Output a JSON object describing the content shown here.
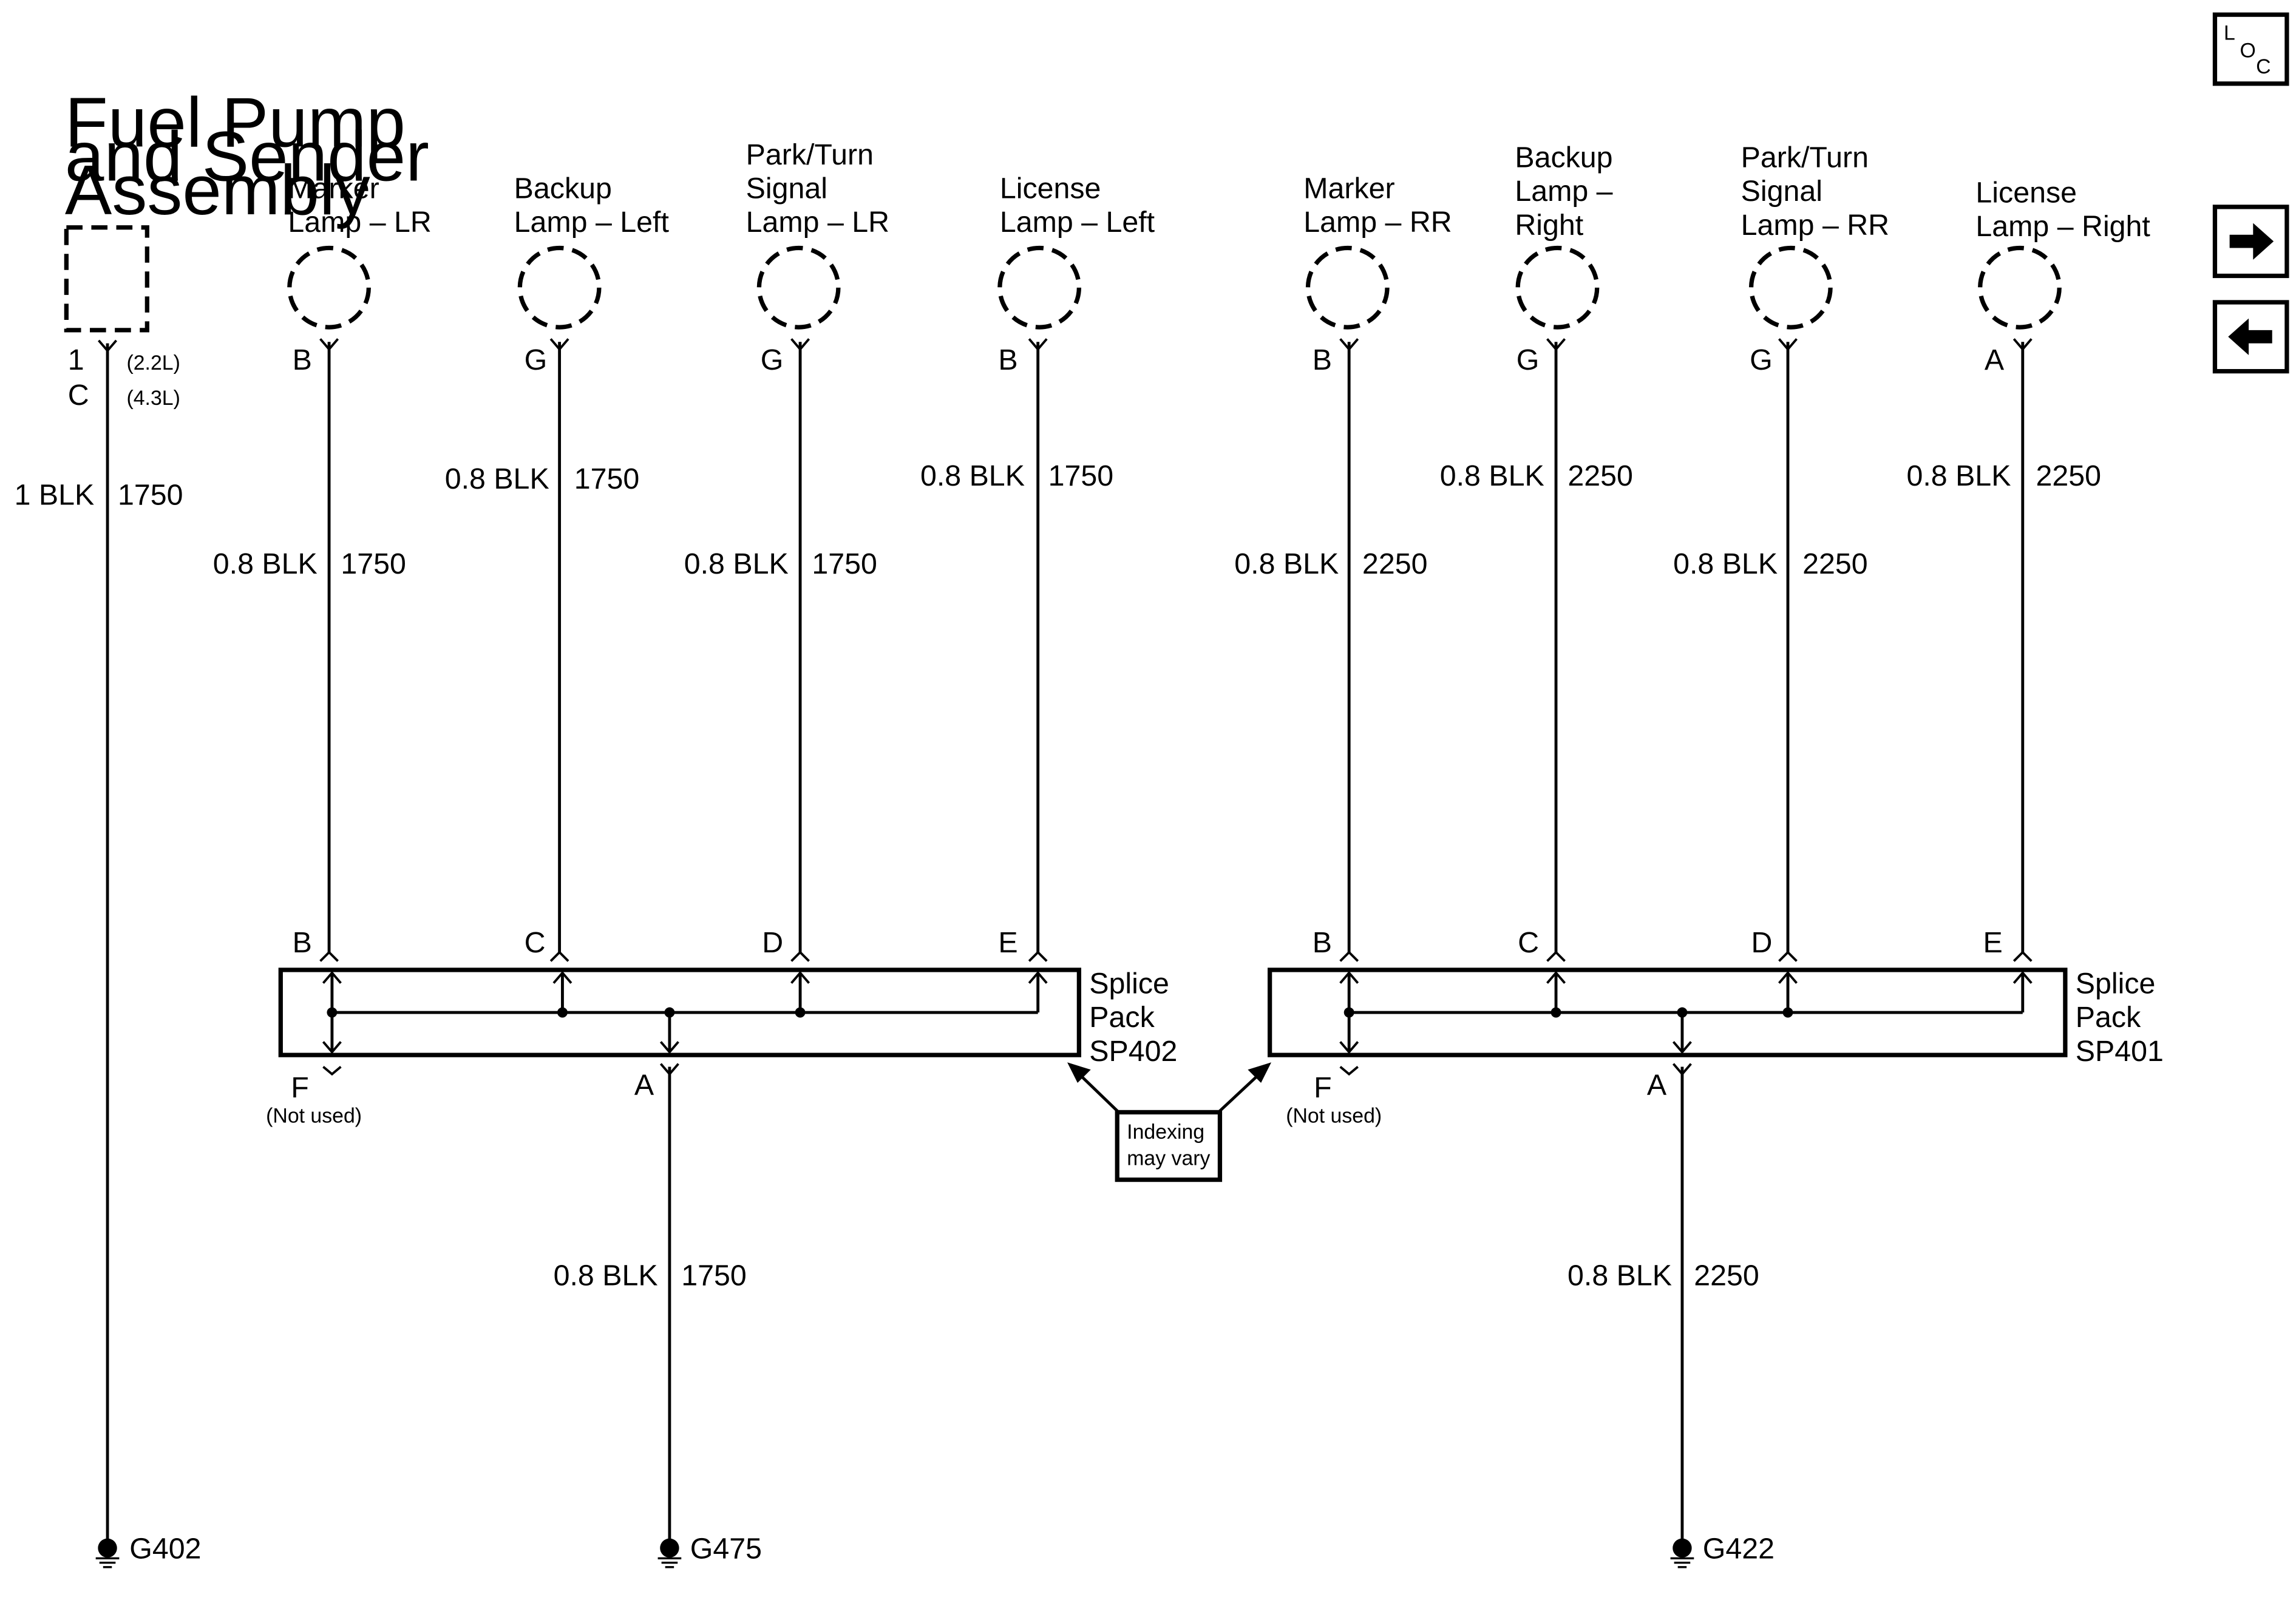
{
  "components": [
    {
      "id": "fuel-pump",
      "label_lines": [
        "Fuel Pump",
        "and Sender",
        "Assembly"
      ],
      "shape": "box",
      "pin_lines": [
        "1",
        "C"
      ],
      "pin_notes": [
        "(2.2L)",
        "(4.3L)"
      ],
      "wire_gauge_color": "1 BLK",
      "circuit": "1750",
      "ground": "G402"
    },
    {
      "id": "marker-lamp-lr",
      "label_lines": [
        "Marker",
        "Lamp – LR"
      ],
      "shape": "circle",
      "pin": "B",
      "wire_gauge_color": "0.8 BLK",
      "circuit": "1750",
      "splice_pin": "B"
    },
    {
      "id": "backup-lamp-left",
      "label_lines": [
        "Backup",
        "Lamp – Left"
      ],
      "shape": "circle",
      "pin": "G",
      "wire_gauge_color": "0.8 BLK",
      "circuit": "1750",
      "splice_pin": "C"
    },
    {
      "id": "park-turn-lamp-lr",
      "label_lines": [
        "Park/Turn",
        "Signal",
        "Lamp – LR"
      ],
      "shape": "circle",
      "pin": "G",
      "wire_gauge_color": "0.8 BLK",
      "circuit": "1750",
      "splice_pin": "D"
    },
    {
      "id": "license-lamp-left",
      "label_lines": [
        "License",
        "Lamp – Left"
      ],
      "shape": "circle",
      "pin": "B",
      "wire_gauge_color": "0.8 BLK",
      "circuit": "1750",
      "splice_pin": "E"
    },
    {
      "id": "marker-lamp-rr",
      "label_lines": [
        "Marker",
        "Lamp – RR"
      ],
      "shape": "circle",
      "pin": "B",
      "wire_gauge_color": "0.8 BLK",
      "circuit": "2250",
      "splice_pin": "B"
    },
    {
      "id": "backup-lamp-right",
      "label_lines": [
        "Backup",
        "Lamp –",
        "Right"
      ],
      "shape": "circle",
      "pin": "G",
      "wire_gauge_color": "0.8 BLK",
      "circuit": "2250",
      "splice_pin": "C"
    },
    {
      "id": "park-turn-lamp-rr",
      "label_lines": [
        "Park/Turn",
        "Signal",
        "Lamp – RR"
      ],
      "shape": "circle",
      "pin": "G",
      "wire_gauge_color": "0.8 BLK",
      "circuit": "2250",
      "splice_pin": "D"
    },
    {
      "id": "license-lamp-right",
      "label_lines": [
        "License",
        "Lamp – Right"
      ],
      "shape": "circle",
      "pin": "A",
      "wire_gauge_color": "0.8 BLK",
      "circuit": "2250",
      "splice_pin": "E"
    }
  ],
  "splice_packs": [
    {
      "id": "sp402",
      "label_lines": [
        "Splice",
        "Pack",
        "SP402"
      ],
      "unused_pin": "F",
      "unused_note": "(Not used)",
      "out_pin": "A",
      "out_wire_gauge_color": "0.8 BLK",
      "out_circuit": "1750",
      "ground": "G475"
    },
    {
      "id": "sp401",
      "label_lines": [
        "Splice",
        "Pack",
        "SP401"
      ],
      "unused_pin": "F",
      "unused_note": "(Not used)",
      "out_pin": "A",
      "out_wire_gauge_color": "0.8 BLK",
      "out_circuit": "2250",
      "ground": "G422"
    }
  ],
  "note": {
    "lines": [
      "Indexing",
      "may vary"
    ]
  },
  "nav": {
    "loc": {
      "letters": [
        "L",
        "O",
        "C"
      ],
      "icon": "loc-icon"
    },
    "next": {
      "icon": "arrow-right-icon"
    },
    "prev": {
      "icon": "arrow-left-icon"
    }
  }
}
